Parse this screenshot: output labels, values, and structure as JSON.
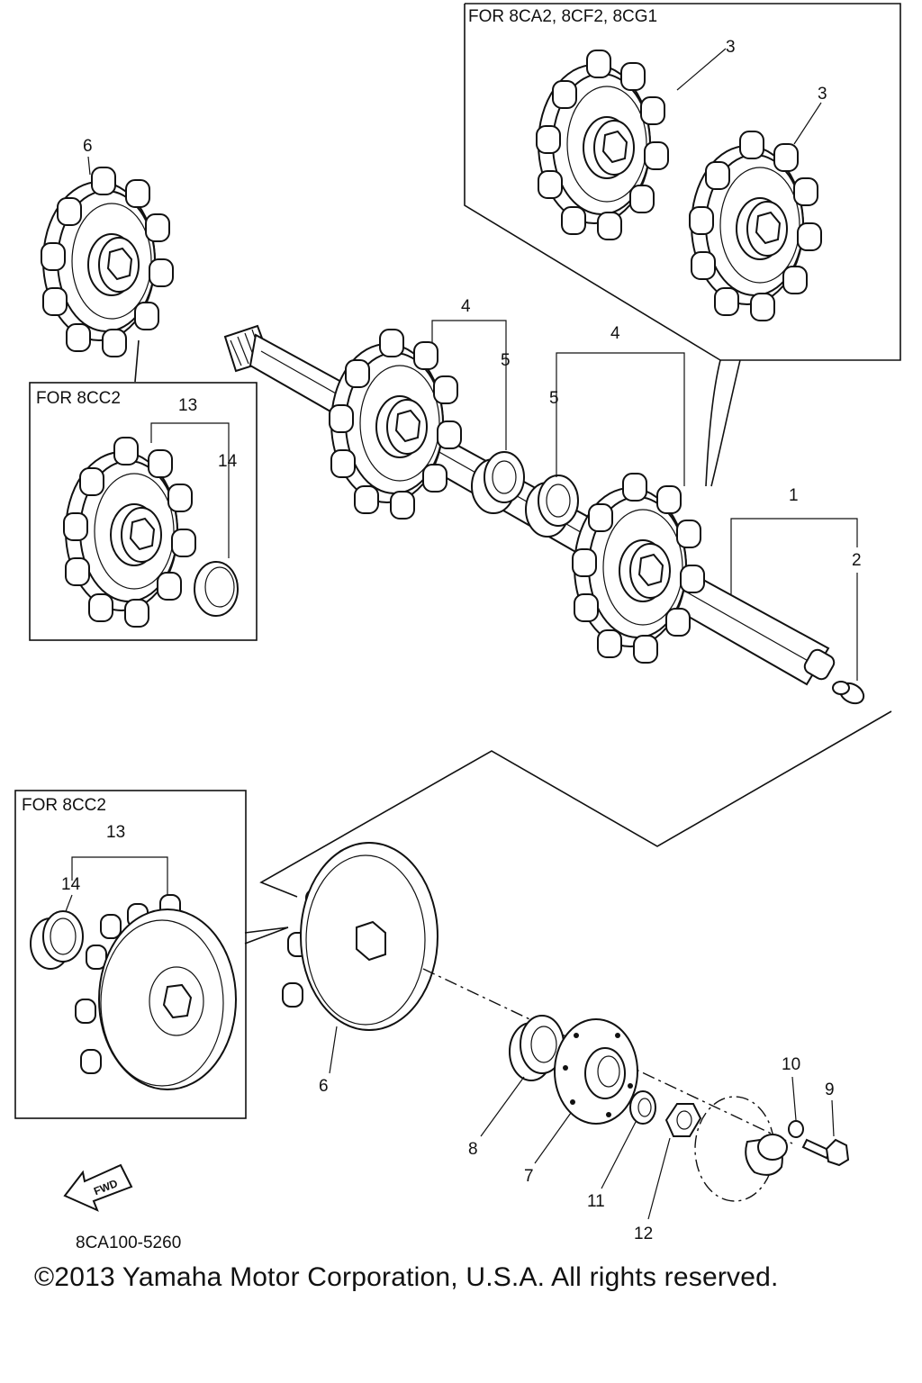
{
  "diagram": {
    "boxes": {
      "top_right_title": "FOR 8CA2, 8CF2, 8CG1",
      "left_mid_title": "FOR 8CC2",
      "left_bottom_title": "FOR 8CC2"
    },
    "callouts": {
      "p1": "1",
      "p2": "2",
      "p3a": "3",
      "p3b": "3",
      "p4a": "4",
      "p4b": "4",
      "p5a": "5",
      "p5b": "5",
      "p6a": "6",
      "p6b": "6",
      "p7": "7",
      "p8": "8",
      "p9": "9",
      "p10": "10",
      "p11": "11",
      "p12": "12",
      "p13a": "13",
      "p13b": "13",
      "p14a": "14",
      "p14b": "14"
    },
    "fwd_arrow_text": "FWD",
    "drawing_code": "8CA100-5260"
  },
  "footer": {
    "copyright": "©2013 Yamaha Motor Corporation, U.S.A. All rights reserved."
  }
}
